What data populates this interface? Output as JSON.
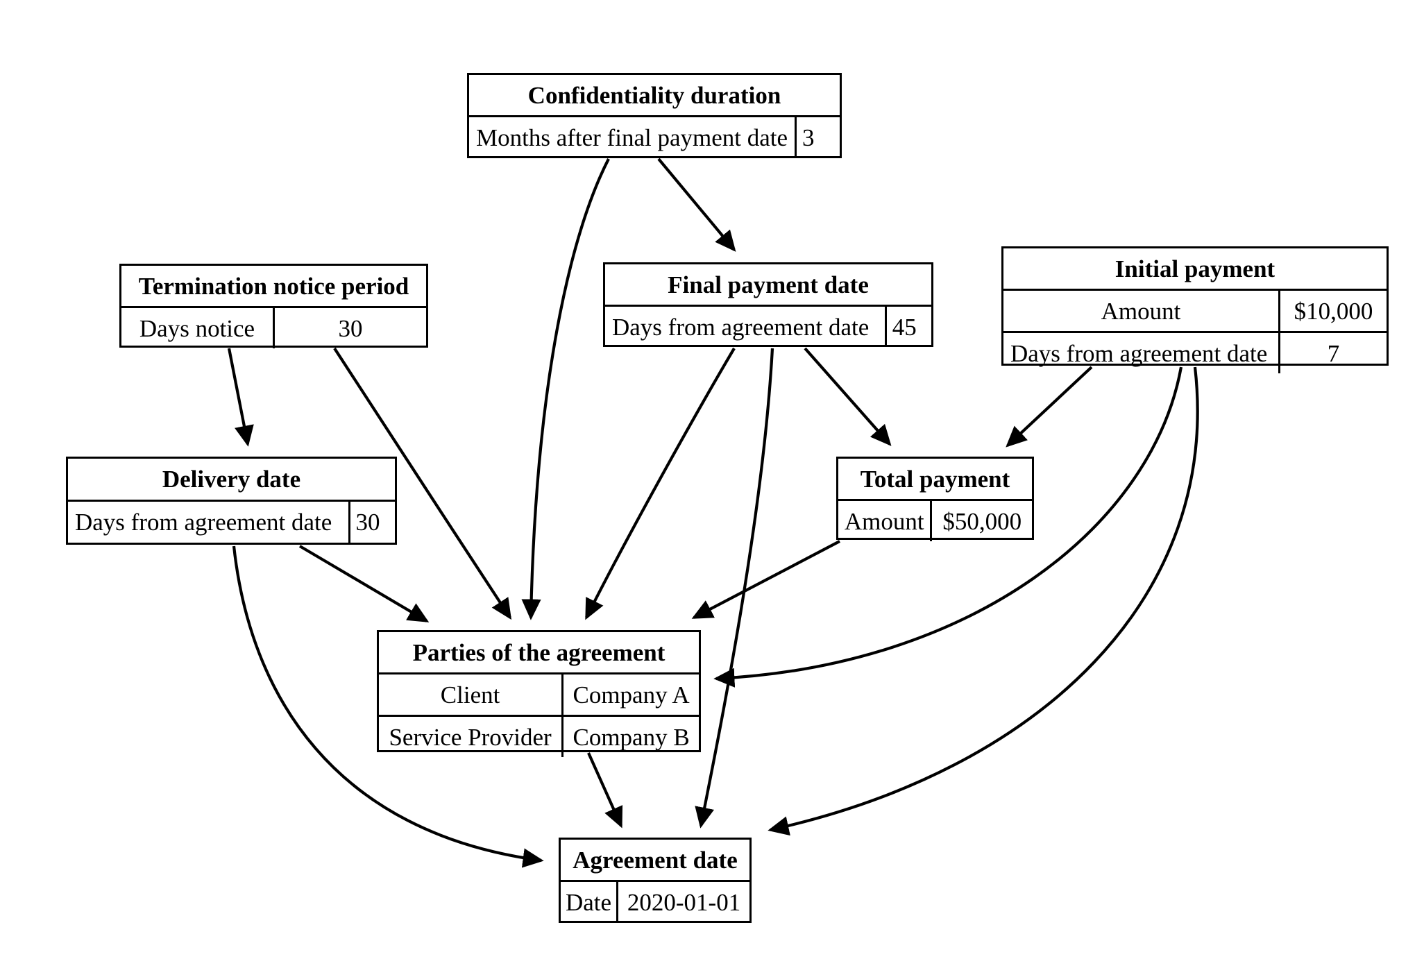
{
  "diagram": {
    "title": "Agreement entity relationship graph",
    "background_color": "#ffffff",
    "line_color": "#000000"
  },
  "nodes": [
    {
      "id": "confidentiality_duration",
      "title": "Confidentiality duration",
      "fields": [
        {
          "key": "Months after final payment date",
          "value": "3"
        }
      ]
    },
    {
      "id": "termination_notice_period",
      "title": "Termination notice period",
      "fields": [
        {
          "key": "Days notice",
          "value": "30"
        }
      ]
    },
    {
      "id": "final_payment_date",
      "title": "Final payment date",
      "fields": [
        {
          "key": "Days from agreement date",
          "value": "45"
        }
      ]
    },
    {
      "id": "initial_payment",
      "title": "Initial payment",
      "fields": [
        {
          "key": "Amount",
          "value": "$10,000"
        },
        {
          "key": "Days from agreement date",
          "value": "7"
        }
      ]
    },
    {
      "id": "delivery_date",
      "title": "Delivery date",
      "fields": [
        {
          "key": "Days from agreement date",
          "value": "30"
        }
      ]
    },
    {
      "id": "total_payment",
      "title": "Total payment",
      "fields": [
        {
          "key": "Amount",
          "value": "$50,000"
        }
      ]
    },
    {
      "id": "parties_of_the_agreement",
      "title": "Parties of the agreement",
      "fields": [
        {
          "key": "Client",
          "value": "Company A"
        },
        {
          "key": "Service Provider",
          "value": "Company B"
        }
      ]
    },
    {
      "id": "agreement_date",
      "title": "Agreement date",
      "fields": [
        {
          "key": "Date",
          "value": "2020-01-01"
        }
      ]
    }
  ],
  "edges": [
    {
      "from": "confidentiality_duration",
      "to": "final_payment_date"
    },
    {
      "from": "confidentiality_duration",
      "to": "parties_of_the_agreement"
    },
    {
      "from": "termination_notice_period",
      "to": "delivery_date"
    },
    {
      "from": "termination_notice_period",
      "to": "parties_of_the_agreement"
    },
    {
      "from": "final_payment_date",
      "to": "total_payment"
    },
    {
      "from": "final_payment_date",
      "to": "parties_of_the_agreement"
    },
    {
      "from": "final_payment_date",
      "to": "agreement_date"
    },
    {
      "from": "initial_payment",
      "to": "total_payment"
    },
    {
      "from": "initial_payment",
      "to": "parties_of_the_agreement"
    },
    {
      "from": "initial_payment",
      "to": "agreement_date"
    },
    {
      "from": "delivery_date",
      "to": "parties_of_the_agreement"
    },
    {
      "from": "delivery_date",
      "to": "agreement_date"
    },
    {
      "from": "total_payment",
      "to": "parties_of_the_agreement"
    },
    {
      "from": "parties_of_the_agreement",
      "to": "agreement_date"
    }
  ]
}
